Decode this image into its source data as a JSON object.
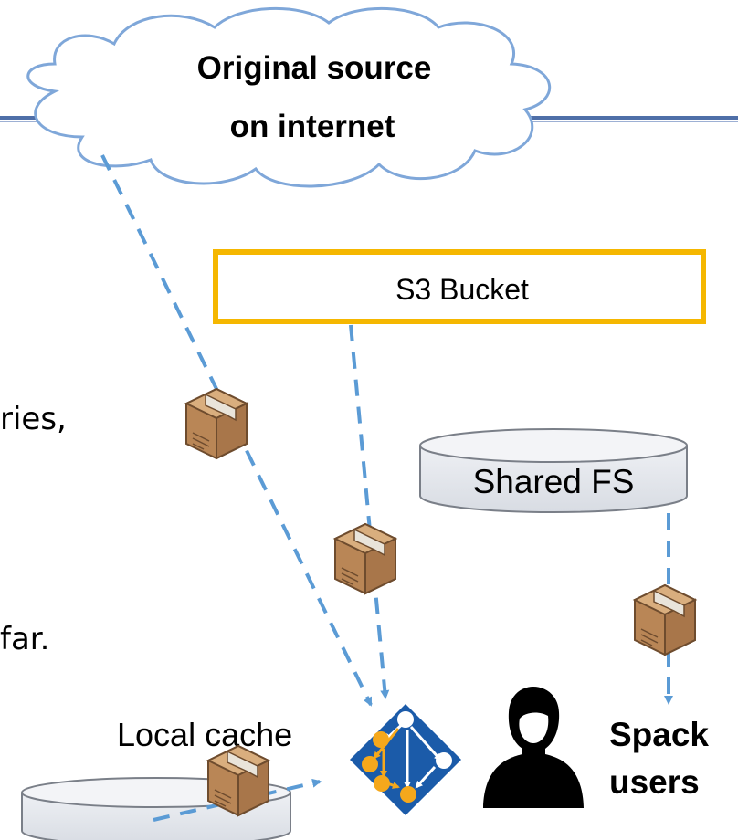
{
  "cloud": {
    "line1": "Original source",
    "line2": "on internet"
  },
  "s3_bucket": {
    "label": "S3 Bucket",
    "border_color": "#F5B700"
  },
  "shared_fs": {
    "label": "Shared FS"
  },
  "local_cache": {
    "label": "Local cache"
  },
  "users": {
    "line1": "Spack",
    "line2": "users"
  },
  "cropped_text": {
    "fragment1": "ries,",
    "fragment2": "far."
  },
  "icons": {
    "package": "package-box-icon",
    "spack_logo": "spack-logo-icon",
    "user": "user-avatar-icon"
  },
  "colors": {
    "arrow": "#5B9BD5",
    "cloud_stroke": "#7FA7D9",
    "header_rule": "#4F6FA8",
    "spack_blue": "#1B5BA9",
    "spack_orange": "#F5A81C",
    "box_fill": "#C8996A"
  }
}
